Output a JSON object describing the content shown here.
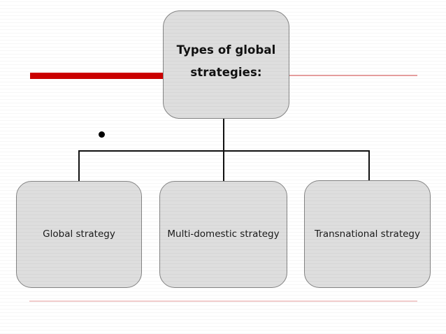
{
  "slide": {
    "title_line1": "Types of global",
    "title_line2": "strategies:",
    "bullet_glyph": "•",
    "nodes": [
      {
        "id": "global",
        "label": "Global strategy"
      },
      {
        "id": "multi-domestic",
        "label": "Multi-domestic strategy"
      },
      {
        "id": "transnational",
        "label": "Transnational strategy"
      }
    ],
    "colors": {
      "accent_red": "#cc0000",
      "accent_pink": "#e8a0a0",
      "footer_rule": "#f2cccc",
      "node_fill": "#dedede",
      "node_border": "#848484",
      "text": "#111111",
      "background": "#ffffff"
    }
  }
}
